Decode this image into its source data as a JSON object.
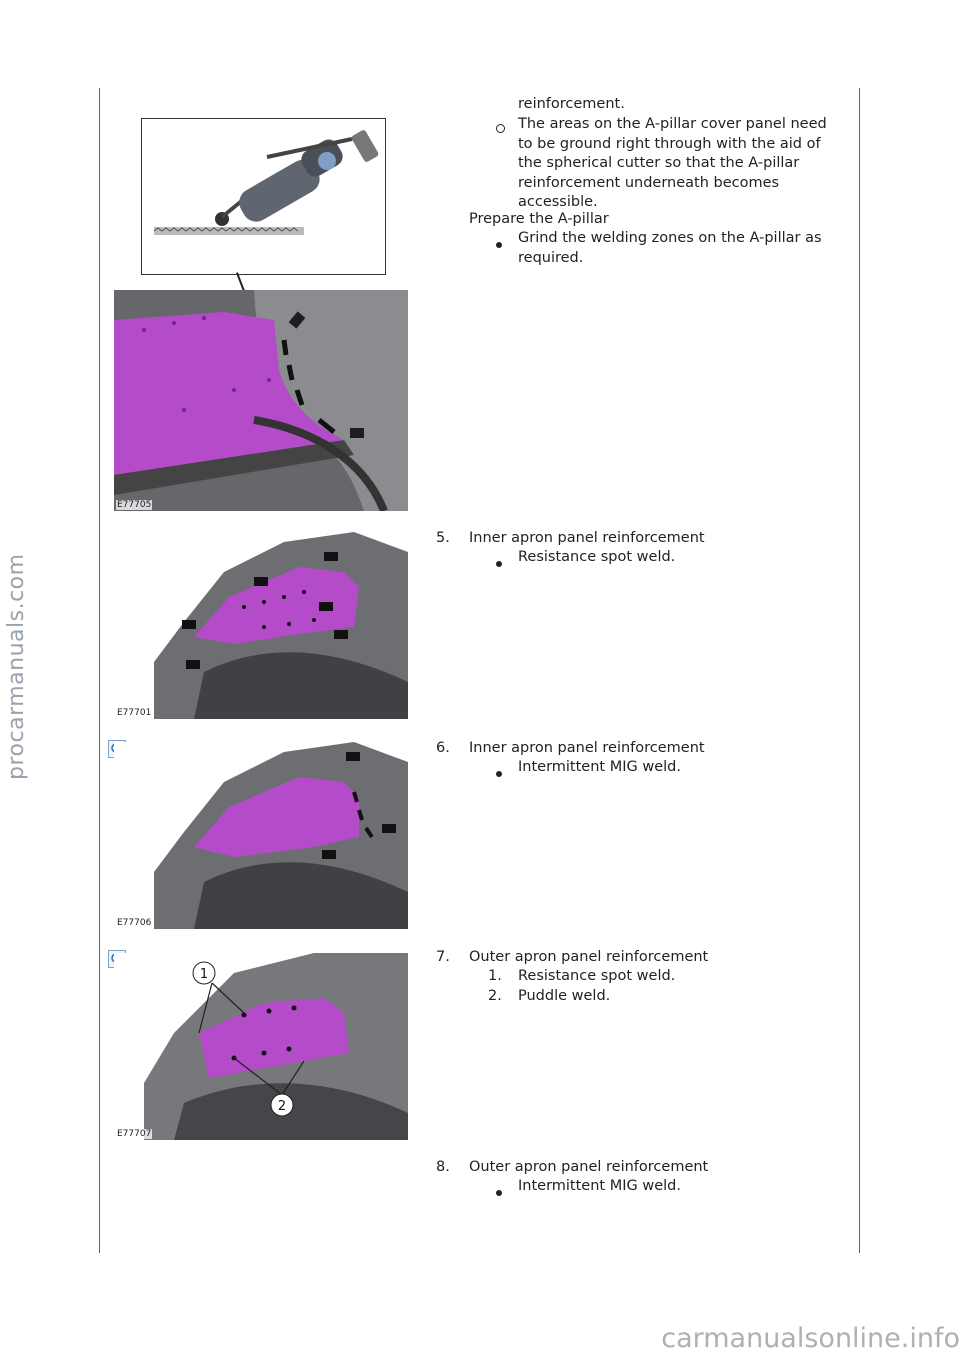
{
  "watermarks": {
    "side": "procarmanuals.com",
    "bottom": "carmanualsonline.info"
  },
  "intro": {
    "continued": "reinforcement.",
    "circle_item": [
      "The areas on the A-pillar cover panel need",
      "to be ground right through with the aid of",
      "the spherical cutter so that the A-pillar",
      "reinforcement underneath becomes",
      "accessible."
    ],
    "prepare_heading": "Prepare the A-pillar",
    "prepare_item": [
      "Grind the welding zones on the A-pillar as",
      "required."
    ]
  },
  "figures": [
    {
      "code": "E77705",
      "zoom": false
    },
    {
      "code": "E77701",
      "zoom": false
    },
    {
      "code": "E77706",
      "zoom": true
    },
    {
      "code": "E77707",
      "zoom": true,
      "callouts": [
        "1",
        "2"
      ]
    }
  ],
  "steps": [
    {
      "number": "5.",
      "title": "Inner apron panel reinforcement",
      "items": [
        {
          "marker": "bullet",
          "text": "Resistance spot weld."
        }
      ]
    },
    {
      "number": "6.",
      "title": "Inner apron panel reinforcement",
      "items": [
        {
          "marker": "bullet",
          "text": "Intermittent MIG weld."
        }
      ]
    },
    {
      "number": "7.",
      "title": "Outer apron panel reinforcement",
      "items": [
        {
          "marker": "1.",
          "text": "Resistance spot weld."
        },
        {
          "marker": "2.",
          "text": "Puddle weld."
        }
      ]
    },
    {
      "number": "8.",
      "title": "Outer apron panel reinforcement",
      "items": [
        {
          "marker": "bullet",
          "text": "Intermittent MIG weld."
        }
      ]
    }
  ],
  "colors": {
    "rule": "#2c6db3",
    "highlight": "#b44bc8",
    "panel": "#5a5c60"
  }
}
